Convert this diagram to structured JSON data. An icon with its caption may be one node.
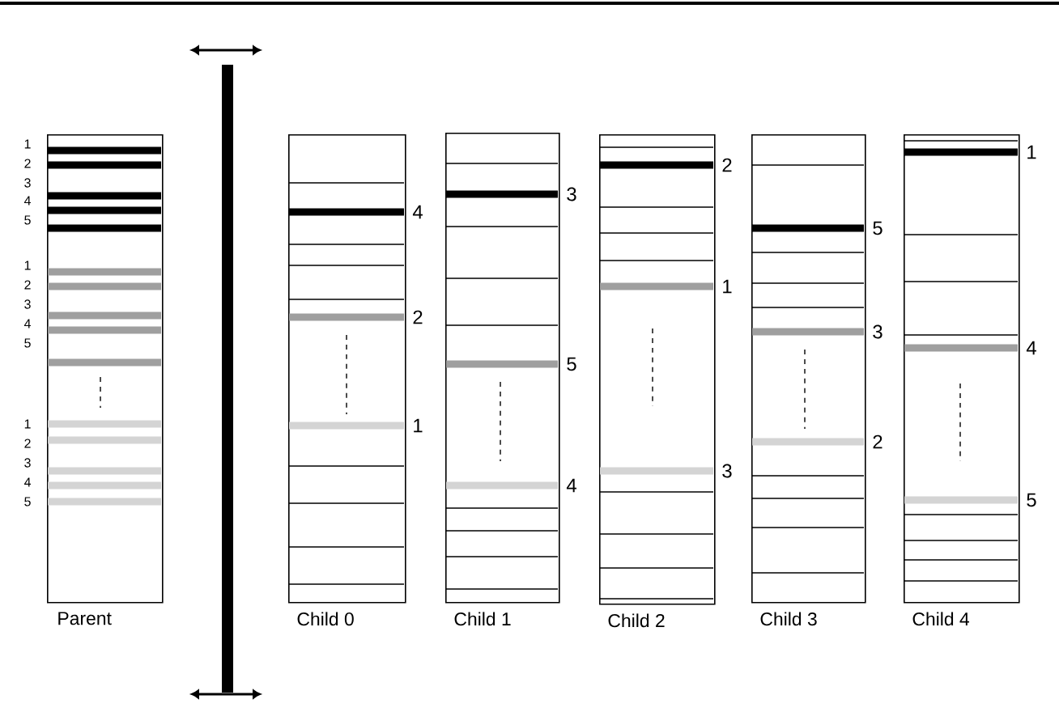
{
  "diagram": {
    "nodes": [
      {
        "text": [
          "Parent"
        ]
      },
      {
        "text": [
          "Child 0"
        ]
      },
      {
        "text": [
          "Child 1"
        ]
      },
      {
        "text": [
          "Child 2"
        ]
      },
      {
        "text": [
          "Child 3"
        ]
      },
      {
        "text": [
          "Child 4"
        ]
      }
    ],
    "labels": [
      "1",
      "2",
      "3",
      "4",
      "5",
      "1",
      "2",
      "3",
      "4",
      "5",
      "1",
      "2",
      "3",
      "4",
      "5",
      "4",
      "2",
      "1",
      "3",
      "5",
      "4",
      "2",
      "1",
      "3",
      "5",
      "3",
      "2",
      "1",
      "4",
      "5"
    ]
  }
}
